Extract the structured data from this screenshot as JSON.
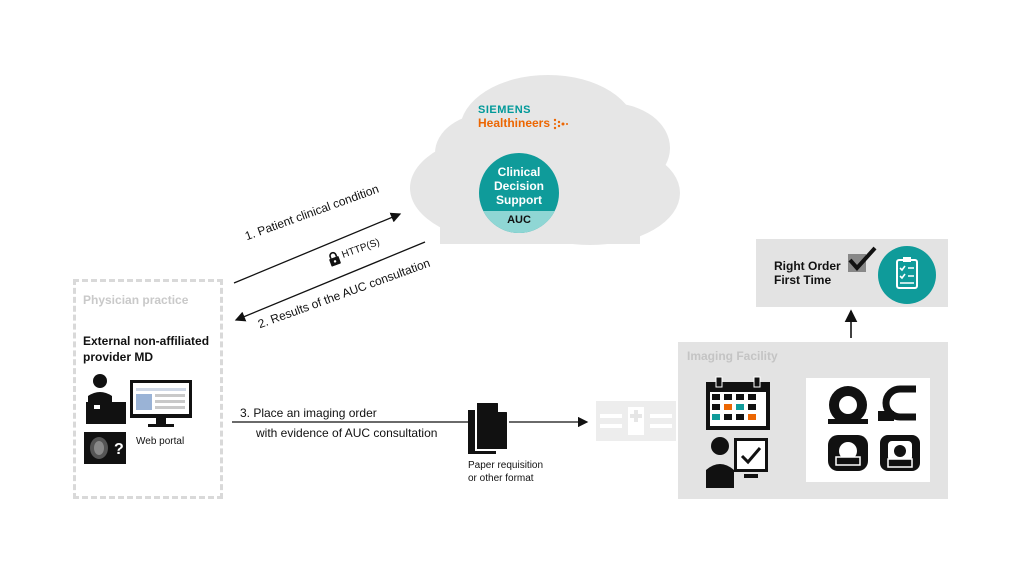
{
  "cloud": {
    "brand_line1": "SIEMENS",
    "brand_line2": "Healthineers",
    "cds_label": [
      "Clinical",
      "Decision",
      "Support"
    ],
    "auc_label": "AUC"
  },
  "arrows": {
    "step1": "1. Patient clinical condition",
    "protocol": "HTTP(S)",
    "step2": "2. Results of the AUC consultation",
    "step3_line1": "3.  Place an imaging order",
    "step3_line2": "with evidence of AUC consultation",
    "paper_line1": "Paper requisition",
    "paper_line2": "or other format"
  },
  "practice": {
    "title": "Physician practice",
    "provider_line1": "External non-affiliated",
    "provider_line2": "provider MD",
    "portal_label": "Web portal"
  },
  "right_order": {
    "line1": "Right Order",
    "line2": "First Time"
  },
  "facility": {
    "title": "Imaging Facility"
  },
  "colors": {
    "teal": "#0f9b9a",
    "teal_light": "#8fd6d4",
    "orange": "#ec6602",
    "grey_box": "#e3e3e3"
  }
}
